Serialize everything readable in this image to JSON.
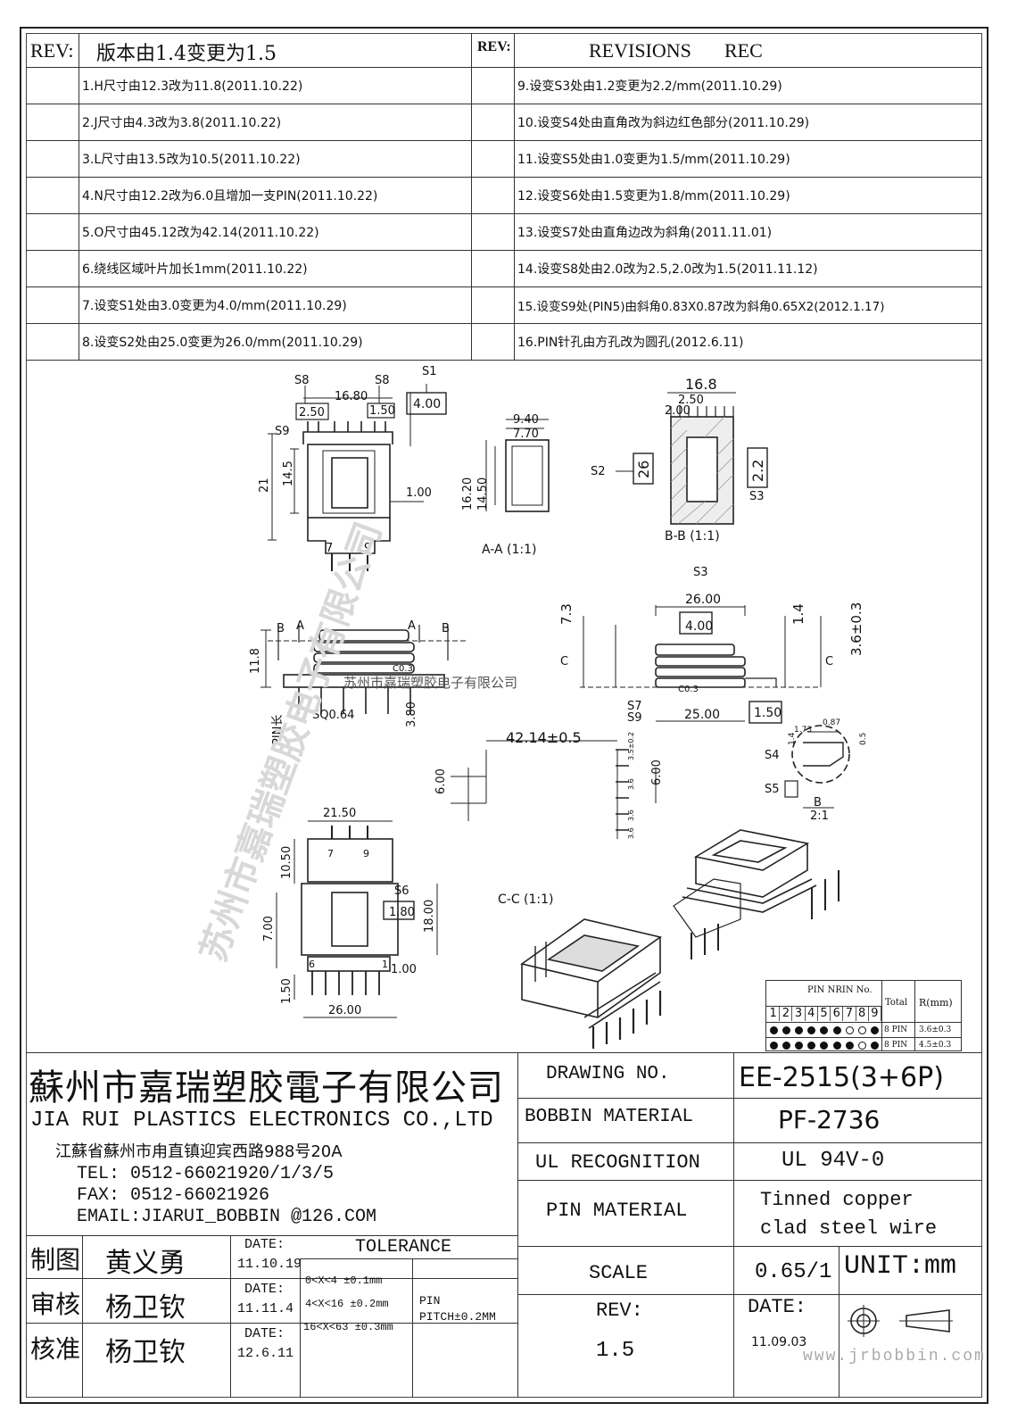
{
  "revision_header": {
    "rev_label_left": "REV:",
    "rev_title_left": "版本由1.4变更为1.5",
    "rev_label_right": "REV:",
    "revisions_label": "REVISIONS",
    "rec_label": "REC"
  },
  "revisions_left": [
    "1.H尺寸由12.3改为11.8(2011.10.22)",
    "2.J尺寸由4.3改为3.8(2011.10.22)",
    "3.L尺寸由13.5改为10.5(2011.10.22)",
    "4.N尺寸由12.2改为6.0且增加一支PIN(2011.10.22)",
    "5.O尺寸由45.12改为42.14(2011.10.22)",
    "6.绕线区域叶片加长1mm(2011.10.22)",
    "7.设变S1处由3.0变更为4.0/mm(2011.10.29)",
    "8.设变S2处由25.0变更为26.0/mm(2011.10.29)"
  ],
  "revisions_right": [
    "9.设变S3处由1.2变更为2.2/mm(2011.10.29)",
    "10.设变S4处由直角改为斜边红色部分(2011.10.29)",
    "11.设变S5处由1.0变更为1.5/mm(2011.10.29)",
    "12.设变S6处由1.5变更为1.8/mm(2011.10.29)",
    "13.设变S7处由直角边改为斜角(2011.11.01)",
    "14.设变S8处由2.0改为2.5,2.0改为1.5(2011.11.12)",
    "15.设变S9处(PIN5)由斜角0.83X0.87改为斜角0.65X2(2012.1.17)",
    "16.PIN针孔由方孔改为圆孔(2012.6.11)"
  ],
  "drawing": {
    "top_view": {
      "s8_left": "S8",
      "s8_right": "S8",
      "s1": "S1",
      "s9": "S9",
      "d_1680": "16.80",
      "d_250": "2.50",
      "d_150": "1.50",
      "d_400": "4.00",
      "d_21": "21",
      "d_145": "14.5",
      "d_100": "1.00",
      "pin7": "7",
      "pin9": "9"
    },
    "section_aa": {
      "d_940": "9.40",
      "d_770": "7.70",
      "d_1620": "16.20",
      "d_1450": "14.50",
      "caption": "A-A  (1:1)"
    },
    "section_bb": {
      "d_168": "16.8",
      "d_250": "2.50",
      "d_200": "2.00",
      "s2": "S2",
      "s3": "S3",
      "d_26": "26",
      "d_22": "2.2",
      "caption": "B-B  (1:1)"
    },
    "front_view": {
      "b1": "B",
      "a1": "A",
      "a2": "A",
      "b2": "B",
      "d_118": "11.8",
      "c03": "C0.3",
      "pin_len": "PIN长",
      "sq": "SQ0.64",
      "d_380": "3.80",
      "watermark": "苏州市嘉瑞塑胶电子有限公司"
    },
    "side_view": {
      "s3": "S3",
      "d_2600": "26.00",
      "d_73": "7.3",
      "d_400": "4.00",
      "d_14": "1.4",
      "d_36": "3.6±0.3",
      "c_left": "C",
      "c_right": "C",
      "c03": "C0.3",
      "s7": "S7",
      "s9": "S9",
      "d_2500": "25.00",
      "d_150": "1.50"
    },
    "pin_layout": {
      "d_4214": "42.14±0.5",
      "d_600_left": "6.00",
      "d_600_right": "6.00",
      "d_35": "3.5±0.2",
      "d_36": "3.6",
      "d_36b": "3.6",
      "d_36c": "3.6"
    },
    "detail_b": {
      "d_173": "1.73",
      "d_087": "0.87",
      "d_14": "1.4",
      "d_05": "0.5",
      "s4": "S4",
      "s5": "S5",
      "label": "B",
      "scale": "2:1"
    },
    "bottom_view": {
      "d_2150": "21.50",
      "d_1050": "10.50",
      "s6": "S6",
      "d_180": "1.80",
      "d_1800": "18.00",
      "d_700": "7.00",
      "d_150": "1.50",
      "d_100": "1.00",
      "d_2600": "26.00",
      "pin6": "6",
      "pin1": "1",
      "pin7": "7",
      "pin9": "9"
    },
    "section_cc": {
      "caption": "C-C  (1:1)"
    },
    "watermark_vertical": "苏州市嘉瑞塑胶电子有限公司"
  },
  "pin_table": {
    "header": "PIN NRIN No.",
    "total_label": "Total",
    "r_label": "R(mm)",
    "numbers": [
      "1",
      "2",
      "3",
      "4",
      "5",
      "6",
      "7",
      "8",
      "9"
    ],
    "rows": [
      {
        "total": "8 PIN",
        "r": "3.6±0.3",
        "filled": [
          true,
          true,
          true,
          true,
          true,
          true,
          false,
          false,
          true
        ]
      },
      {
        "total": "8 PIN",
        "r": "4.5±0.3",
        "filled": [
          true,
          true,
          true,
          true,
          true,
          true,
          true,
          false,
          true
        ]
      }
    ]
  },
  "company": {
    "name_cn": "蘇州市嘉瑞塑胶電子有限公司",
    "name_en": "JIA RUI PLASTICS ELECTRONICS CO.,LTD",
    "address": "江蘇省蘇州市甪直镇迎宾西路988号20A",
    "tel": "TEL: 0512-66021920/1/3/5",
    "fax": "FAX: 0512-66021926",
    "email": "EMAIL:JIARUI_BOBBIN @126.COM"
  },
  "title_block": {
    "drawing_no_label": "DRAWING  NO.",
    "drawing_no": "EE-2515(3+6P)",
    "bobbin_material_label": "BOBBIN  MATERIAL",
    "bobbin_material": "PF-2736",
    "ul_label": "UL RECOGNITION",
    "ul_value": "UL 94V-0",
    "pin_material_label": "PIN MATERIAL",
    "pin_material_1": "Tinned copper",
    "pin_material_2": "clad steel wire",
    "scale_label": "SCALE",
    "scale_value": "0.65/1",
    "unit": "UNIT:mm",
    "rev_label": "REV:",
    "rev_value": "1.5",
    "date_label": "DATE:",
    "date_value": "11.09.03",
    "website": "www.jrbobbin.com"
  },
  "approvals": [
    {
      "role": "制图",
      "name": "黄义勇",
      "date_label": "DATE:",
      "date": "11.10.19"
    },
    {
      "role": "审核",
      "name": "杨卫钦",
      "date_label": "DATE:",
      "date": "11.11.4"
    },
    {
      "role": "核准",
      "name": "杨卫钦",
      "date_label": "DATE:",
      "date": "12.6.11"
    }
  ],
  "tolerance": {
    "title": "TOLERANCE",
    "lines": [
      "0<X<4   ±0.1mm",
      "4<X<16 ±0.2mm",
      "16<X<63 ±0.3mm"
    ],
    "pin_label": "PIN",
    "pin_pitch": "PITCH±0.2MM"
  }
}
